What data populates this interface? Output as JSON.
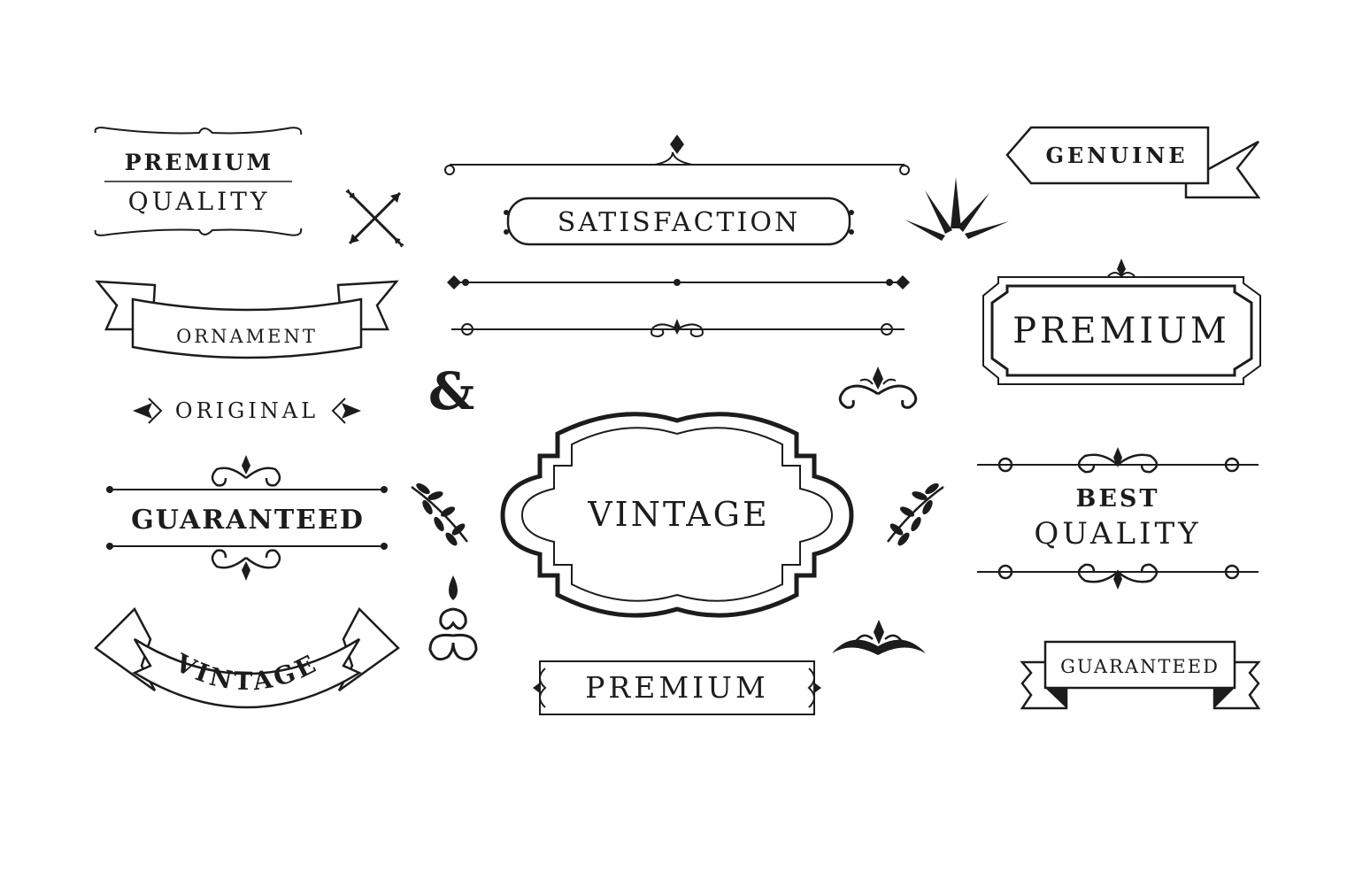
{
  "colors": {
    "ink": "#1c1c1c",
    "background": "#ffffff"
  },
  "badges": {
    "premium_quality": {
      "line1": "PREMIUM",
      "line2": "QUALITY"
    },
    "satisfaction": "SATISFACTION",
    "genuine": "GENUINE",
    "ornament": "ORNAMENT",
    "premium_frame": "PREMIUM",
    "ampersand": "&",
    "original": "ORIGINAL",
    "guaranteed_divider": "GUARANTEED",
    "vintage_frame": "VINTAGE",
    "best_quality": {
      "line1": "BEST",
      "line2": "QUALITY"
    },
    "vintage_ribbon": "VINTAGE",
    "premium_banner": "PREMIUM",
    "guaranteed_ribbon": "GUARANTEED"
  },
  "icons": [
    "crossed-arrows-icon",
    "sunburst-icon",
    "flourish-icon",
    "laurel-branch-icon",
    "drop-ornament-icon",
    "crown-ornament-icon"
  ]
}
